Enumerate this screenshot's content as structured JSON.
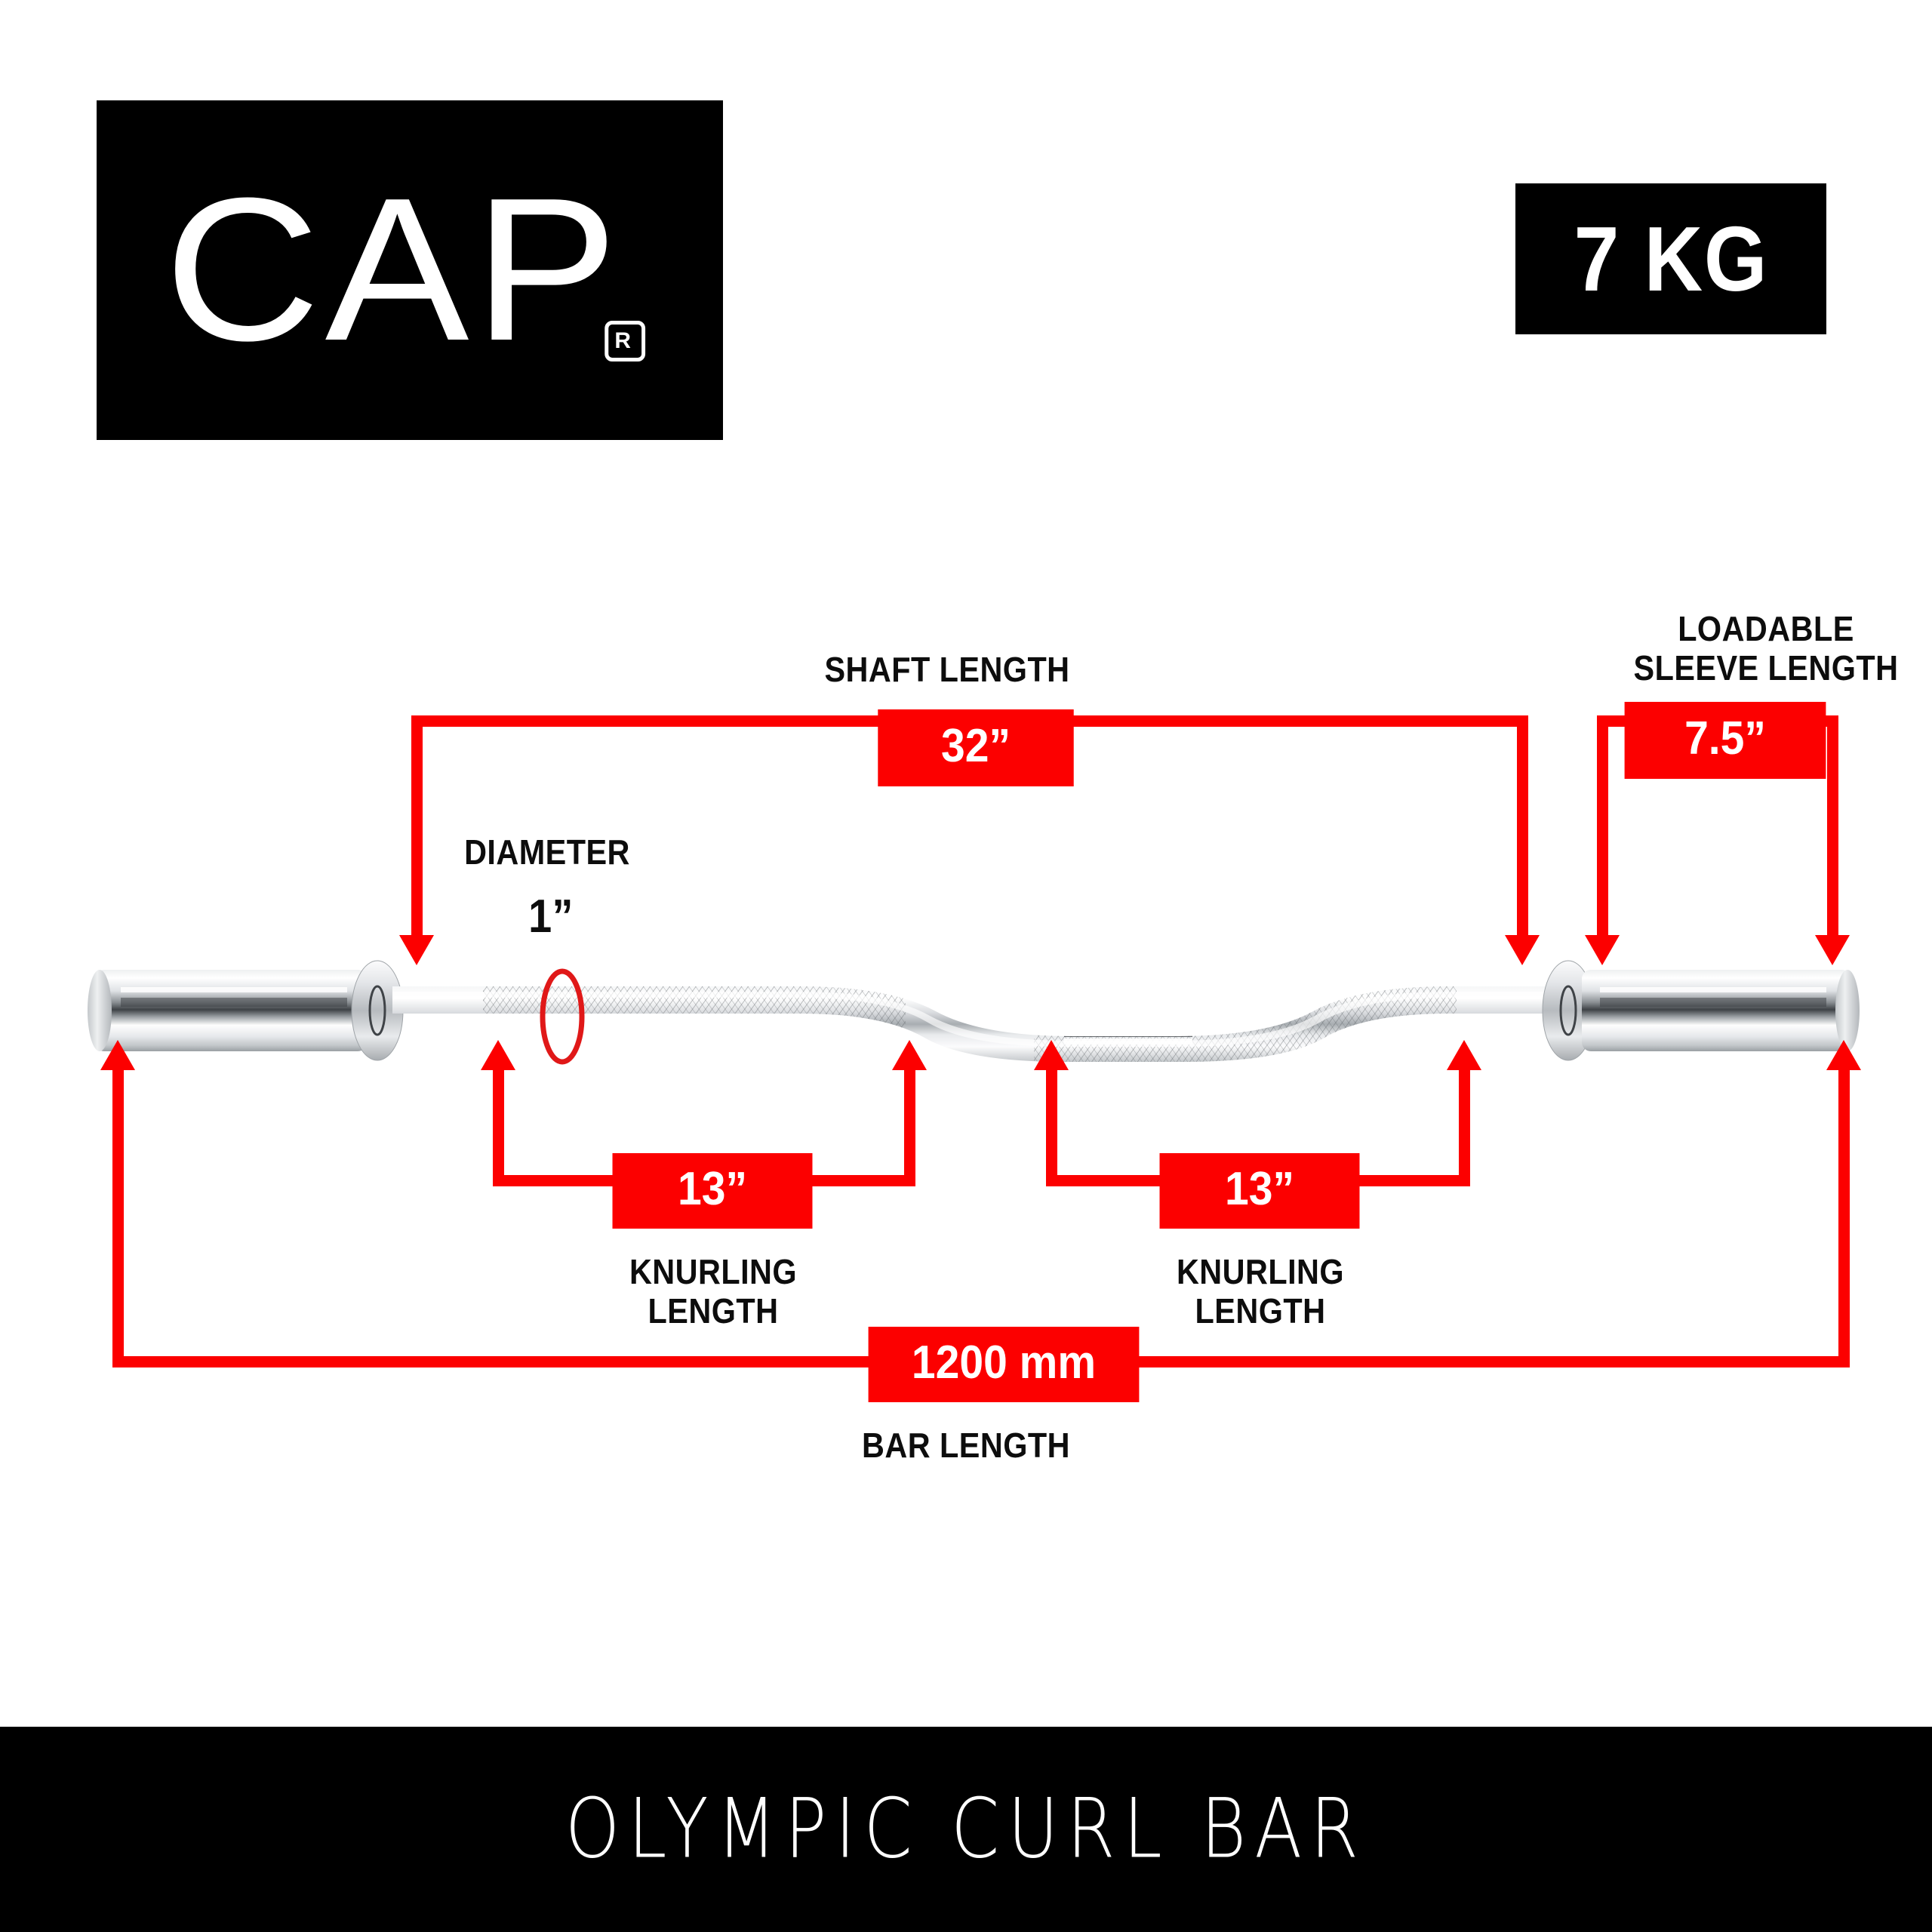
{
  "brand": {
    "logo_text": "CAP",
    "registered_mark": "R"
  },
  "weight_badge": {
    "value": "7 KG"
  },
  "colors": {
    "accent_red": "#FC0000",
    "black": "#000000",
    "white": "#FFFFFF"
  },
  "annotations": {
    "shaft": {
      "label": "SHAFT LENGTH",
      "value": "32”"
    },
    "sleeve": {
      "label": "LOADABLE\nSLEEVE LENGTH",
      "value": "7.5”"
    },
    "diameter": {
      "label": "DIAMETER",
      "value": "1”"
    },
    "knurling_left": {
      "label": "KNURLING LENGTH",
      "value": "13”"
    },
    "knurling_right": {
      "label": "KNURLING LENGTH",
      "value": "13”"
    },
    "bar_length": {
      "label": "BAR LENGTH",
      "value": "1200 mm"
    }
  },
  "footer": {
    "product_name": "OLYMPIC CURL BAR"
  }
}
